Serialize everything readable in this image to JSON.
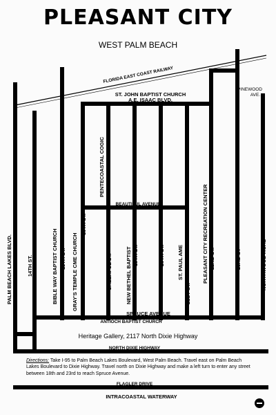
{
  "map": {
    "title": "PLEASANT CITY",
    "subtitle": "WEST PALM BEACH",
    "directions_label": "Directions:",
    "directions_text": " Take I-95 to Palm Beach Lakes Boulevard, West Palm Beach. Travel east on Palm Beach Lakes Boulevard to Dixie Highway. Travel north on Dixie Highway and make a left turn to enter any street between 18th and 23rd to reach Spruce Avenue.",
    "gallery": "Heritage Gallery, 2117 North Dixie Highway"
  },
  "labels": {
    "railway": "FLORIDA EAST COAST RAILWAY",
    "st_john": "ST. JOHN BAPTIST CHURCH",
    "ae_isaac": "A.E. ISAAC BLVD.",
    "pinewood_1": "PINEWOOD",
    "pinewood_2": "AVE.",
    "pentecoastal": "PENTECOASTAL COGIC",
    "beautiful": "BEAUTIFUL AVENUE",
    "palm_beach_lakes": "PALM BEACH LAKES BLVD.",
    "st14": "14TH ST.",
    "bible_way": "BIBLE WAY BAPTIST CHURCH",
    "st15": "15TH ST.",
    "grays_temple": "GRAY'S TEMPLE CME CHURCH",
    "st16": "16TH ST.",
    "cheerful": "CHEERFUL ST.",
    "new_bethel": "NEW BETHEL BAPTIST",
    "st19": "19TH ST.",
    "st20": "20TH ST.",
    "st_paul": "ST. PAUL AME",
    "st21": "21ST ST.",
    "rec_center": "PLEASANT CITY RECREATION CENTER",
    "st22": "22ND ST.",
    "st23": "23RD ST",
    "northwood": "NORTHWOOD ROAD",
    "spruce": "SPRUCE AVENUE",
    "antioch": "ANTIOCH BAPTIST CHURCH",
    "north_dixie": "NORTH DIXIE HIGHWAY",
    "flagler": "FLAGLER DRIVE",
    "intracoastal": "INTRACOASTAL WATERWAY"
  },
  "icons": {
    "compass": "compass-icon"
  }
}
